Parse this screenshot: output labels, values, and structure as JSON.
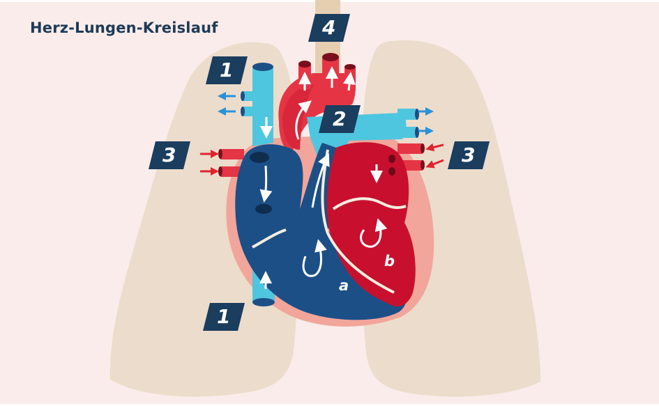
{
  "title": "Herz-Lungen-Kreislauf",
  "badges": {
    "vena_cava_top": "1",
    "vena_cava_bottom": "1",
    "pulmonary_artery": "2",
    "pulmonary_veins_left": "3",
    "pulmonary_veins_right": "3",
    "aorta": "4"
  },
  "chambers": {
    "right_ventricle": "a",
    "left_ventricle": "b"
  },
  "colors": {
    "background": "#f9ecea",
    "lung": "#ecdccb",
    "trachea": "#e6cfb1",
    "deoxygenated_blue": "#1c4f86",
    "vessel_light_blue": "#4fc6df",
    "oxygenated_red": "#c8102e",
    "vessel_red": "#e53545",
    "heart_outline": "#f2a59a",
    "badge": "#1b3d5e",
    "title": "#1e3a56"
  },
  "icons": [
    "arrow-icon",
    "flow-arrow-icon"
  ]
}
